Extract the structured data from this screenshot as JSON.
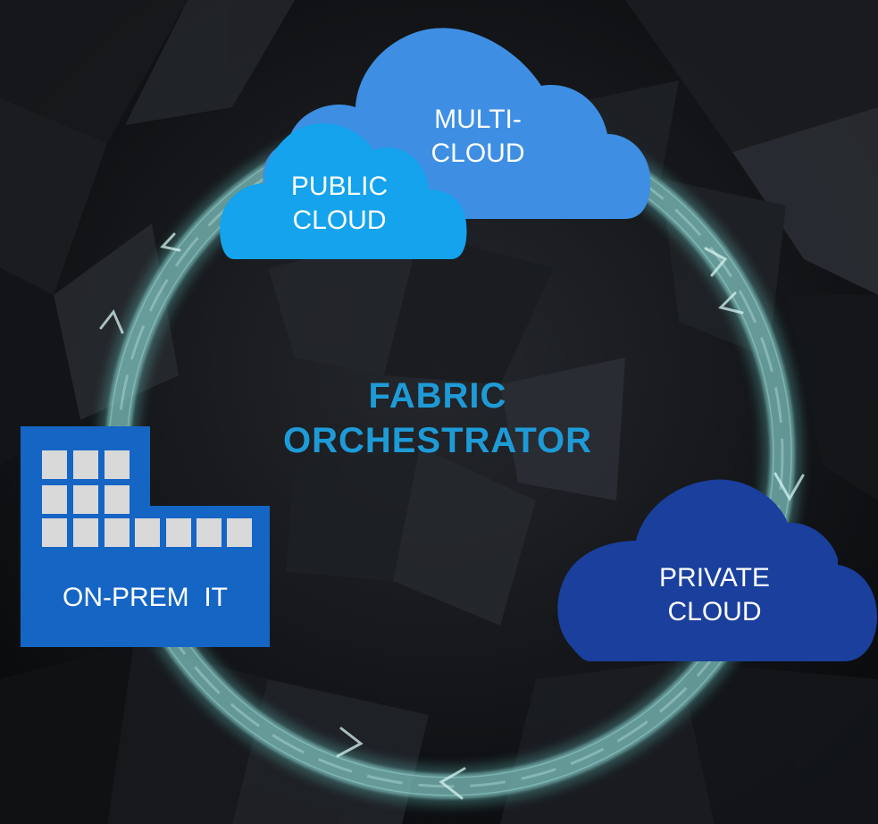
{
  "diagram": {
    "title_line1": "FABRIC",
    "title_line2": "ORCHESTRATOR",
    "nodes": {
      "multi_cloud": {
        "line1": "MULTI-",
        "line2": "CLOUD"
      },
      "public_cloud": {
        "line1": "PUBLIC",
        "line2": "CLOUD"
      },
      "private_cloud": {
        "line1": "PRIVATE",
        "line2": "CLOUD"
      },
      "on_prem": {
        "label": "ON-PREM  IT"
      }
    }
  },
  "colors": {
    "background": "#0b0c0e",
    "ring": "#8fd3cf",
    "title": "#1e9bd7",
    "multi_cloud": "#3e8fe3",
    "public_cloud": "#14a3ec",
    "private_cloud": "#1a3f9c",
    "on_prem": "#1565c5",
    "building_windows": "#d9d9d9"
  },
  "icons": [
    "building-icon",
    "cloud-icon",
    "cycle-arrow-icon"
  ]
}
